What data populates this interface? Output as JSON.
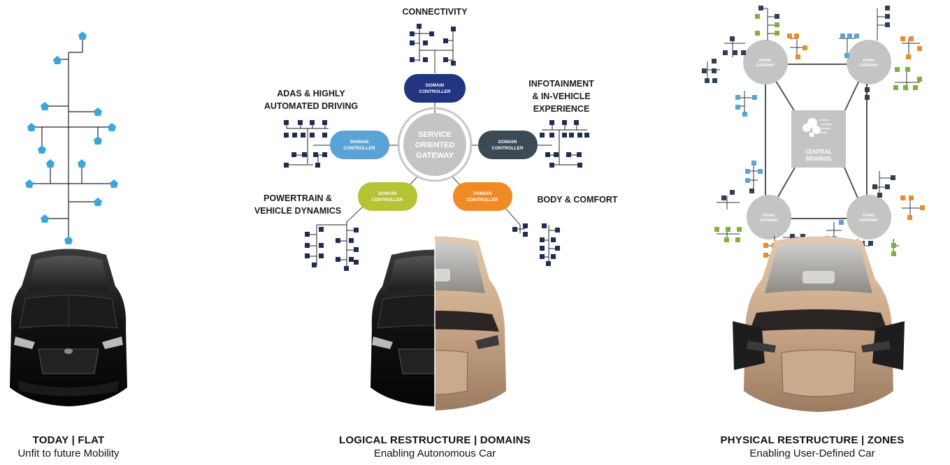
{
  "colors": {
    "ecu_blue": "#3aa6dc",
    "node_dark": "#1f2d55",
    "dc_navy": "#213580",
    "dc_lightblue": "#5aa3d6",
    "dc_slate": "#3b4a55",
    "dc_olive": "#b5c434",
    "dc_orange": "#f08a25",
    "gateway_gray": "#c4c4c4",
    "zone_green": "#7fb13c",
    "zone_orange": "#ef8a2a",
    "zone_lightblue": "#5ba3d3"
  },
  "panels": [
    {
      "title": "TODAY  |  FLAT",
      "subtitle": "Unfit to future Mobility"
    },
    {
      "title": "LOGICAL RESTRUCTURE  |  DOMAINS",
      "subtitle": "Enabling Autonomous Car"
    },
    {
      "title": "PHYSICAL RESTRUCTURE  |  ZONES",
      "subtitle": "Enabling User-Defined Car"
    }
  ],
  "domains": {
    "gateway": [
      "SERVICE",
      "ORIENTED",
      "GATEWAY"
    ],
    "controller": [
      "DOMAIN",
      "CONTROLLER"
    ],
    "connectivity": [
      "CONNECTIVITY"
    ],
    "adas": [
      "ADAS & HIGHLY",
      "AUTOMATED DRIVING"
    ],
    "infotainment": [
      "INFOTAINMENT",
      "& IN-VEHICLE",
      "EXPERIENCE"
    ],
    "powertrain": [
      "POWERTRAIN &",
      "VEHICLE DYNAMICS"
    ],
    "body": [
      "BODY & COMFORT"
    ]
  },
  "zones": {
    "gateway": [
      "ZONAL",
      "GATEWAY"
    ],
    "brain": [
      "CENTRAL",
      "BRAIN(S)"
    ],
    "brain_icon": "brain-icon"
  }
}
